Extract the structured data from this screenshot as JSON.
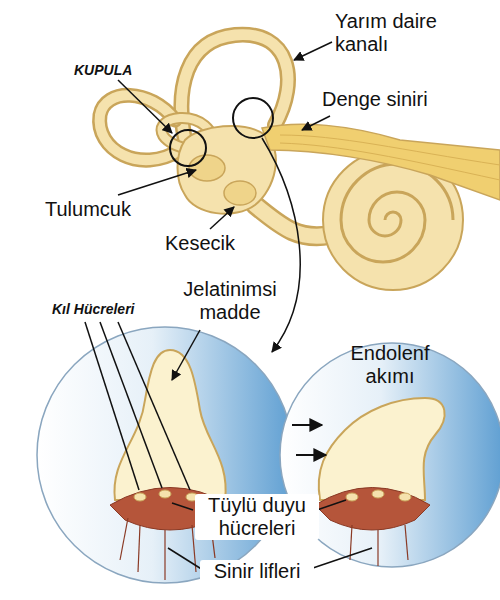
{
  "diagram": {
    "labels": [
      "Yarım daire kanalı",
      "KUPULA",
      "Denge siniri",
      "Tulumcuk",
      "Kesecik",
      "Jelatinimsi madde",
      "Kıl Hücreleri",
      "Endolenf akımı",
      "Tüylü duyu hücreleri",
      "Sinir lifleri"
    ]
  }
}
